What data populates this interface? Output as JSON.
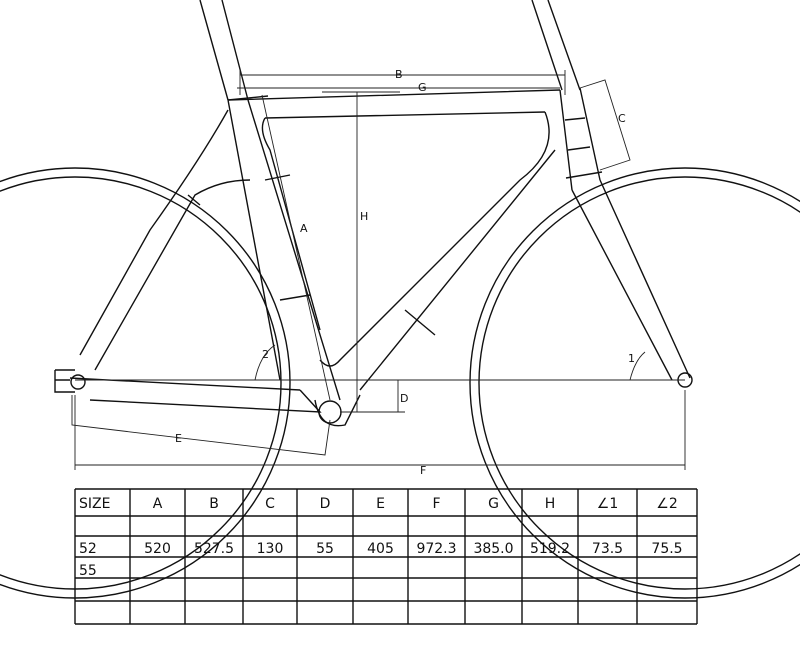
{
  "drawing": {
    "dimension_labels": {
      "A": "A",
      "B": "B",
      "C": "C",
      "D": "D",
      "E": "E",
      "F": "F",
      "G": "G",
      "H": "H",
      "angle1": "1",
      "angle2": "2"
    }
  },
  "table": {
    "headers": [
      "SIZE",
      "A",
      "B",
      "C",
      "D",
      "E",
      "F",
      "G",
      "H",
      "∠1",
      "∠2"
    ],
    "rows": [
      [
        "",
        "",
        "",
        "",
        "",
        "",
        "",
        "",
        "",
        "",
        ""
      ],
      [
        "52",
        "520",
        "527.5",
        "130",
        "55",
        "405",
        "972.3",
        "385.0",
        "519.2",
        "73.5",
        "75.5"
      ],
      [
        "55",
        "",
        "",
        "",
        "",
        "",
        "",
        "",
        "",
        "",
        ""
      ],
      [
        "",
        "",
        "",
        "",
        "",
        "",
        "",
        "",
        "",
        "",
        ""
      ],
      [
        "",
        "",
        "",
        "",
        "",
        "",
        "",
        "",
        "",
        "",
        ""
      ],
      [
        "",
        "",
        "",
        "",
        "",
        "",
        "",
        "",
        "",
        "",
        ""
      ]
    ]
  }
}
